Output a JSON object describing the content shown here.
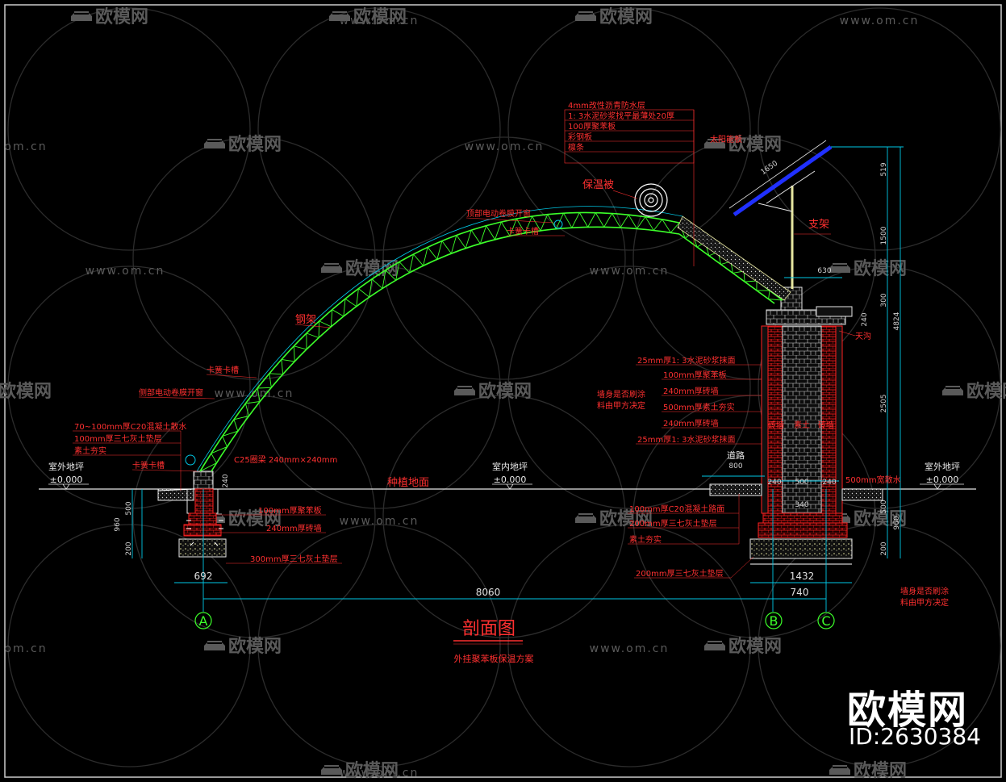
{
  "watermark": {
    "brand": "欧模网",
    "url": "www.om.cn",
    "url_partial": "om.cn",
    "id_label": "ID:2630384"
  },
  "drawing": {
    "title": "剖面图",
    "subtitle": "外挂聚苯板保温方案",
    "ground": {
      "outdoor_left": "室外地坪",
      "outdoor_left_level": "±0.000",
      "indoor": "室内地坪",
      "indoor_level": "±0.000",
      "outdoor_right": "室外地坪",
      "outdoor_right_level": "±0.000",
      "planting": "种植地面",
      "road": "道路"
    },
    "roof_layers": [
      "4mm改性沥青防水层",
      "1: 3水泥砂浆找平最薄处20厚",
      "100厚聚苯板",
      "彩钢板",
      "檩条"
    ],
    "labels": {
      "insulation": "保温被",
      "roller": "顶部电动卷膜开窗",
      "clip1": "卡簧卡槽",
      "truss": "钢架",
      "clip2": "卡簧卡槽",
      "side_roller": "侧部电动卷膜开窗",
      "clip3": "卡簧卡槽",
      "support": "支架",
      "gutter": "天沟",
      "left_wall_note": "C25圈梁 240mm×240mm",
      "center_note_1": "墙身是否刷涂",
      "center_note_2": "料由甲方决定",
      "right_note_1": "墙身是否刷涂",
      "right_note_2": "料由甲方决定",
      "solar": "太阳能板",
      "right_base_note": "500mm宽散水"
    },
    "left_base_layers": [
      "70~100mm厚C20混凝土散水",
      "100mm厚三七灰土垫层",
      "素土夯实"
    ],
    "left_base_lower": [
      "100mm厚聚苯板",
      "240mm厚砖墙",
      "300mm厚三七灰土垫层"
    ],
    "wall_layers": [
      "25mm厚1: 3水泥砂浆抹面",
      "100mm厚聚苯板",
      "240mm厚砖墙",
      "500mm厚素土夯实",
      "240mm厚砖墙",
      "25mm厚1: 3水泥砂浆抹面"
    ],
    "wall_inner_labels": [
      "砖墙",
      "素土",
      "砖墙"
    ],
    "road_layers": [
      "100mm厚C20混凝土路面",
      "200mm厚三七灰土垫层",
      "素土夯实"
    ],
    "road_base_bottom": "200mm厚三七灰土垫层",
    "dimensions": {
      "span": "8060",
      "left_base": "692",
      "right_base": "1432",
      "right_inner": "740",
      "road_width": "800",
      "wall_240a": "240",
      "wall_500": "500",
      "wall_240b": "240",
      "wall_340": "340",
      "top_630": "630",
      "h_519": "519",
      "h_1500": "1500",
      "h_300": "300",
      "h_240": "240",
      "h_4824": "4824",
      "h_2505": "2505",
      "h_500_right": "500",
      "h_960_right": "960",
      "h_200_right": "200",
      "h_500_left": "500",
      "h_960_left": "960",
      "h_200_left": "200",
      "h_240_left": "240",
      "panel_1650": "1650"
    },
    "axes": [
      "A",
      "B",
      "C"
    ]
  },
  "colors": {
    "truss": "#3cff2a",
    "label": "#ff3030",
    "dim": "#00c8e6",
    "wall": "#ff2020",
    "watermark": "#5a5a5a",
    "solar_panel": "#2030ff",
    "hatch": "#e6e6a0"
  }
}
